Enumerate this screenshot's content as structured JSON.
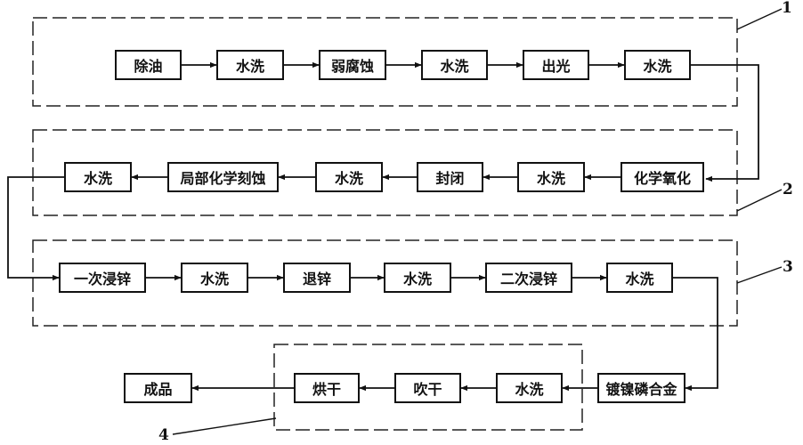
{
  "stages": [
    {
      "number": "1",
      "steps": [
        "除油",
        "水洗",
        "弱腐蚀",
        "水洗",
        "出光",
        "水洗"
      ]
    },
    {
      "number": "2",
      "steps": [
        "化学氧化",
        "水洗",
        "封闭",
        "水洗",
        "局部化学刻蚀",
        "水洗"
      ]
    },
    {
      "number": "3",
      "steps": [
        "一次浸锌",
        "水洗",
        "退锌",
        "水洗",
        "二次浸锌",
        "水洗"
      ]
    },
    {
      "number": "4",
      "steps": [
        "水洗",
        "吹干",
        "烘干"
      ]
    }
  ],
  "standalone": {
    "plating": "镀镍磷合金",
    "product": "成品"
  }
}
